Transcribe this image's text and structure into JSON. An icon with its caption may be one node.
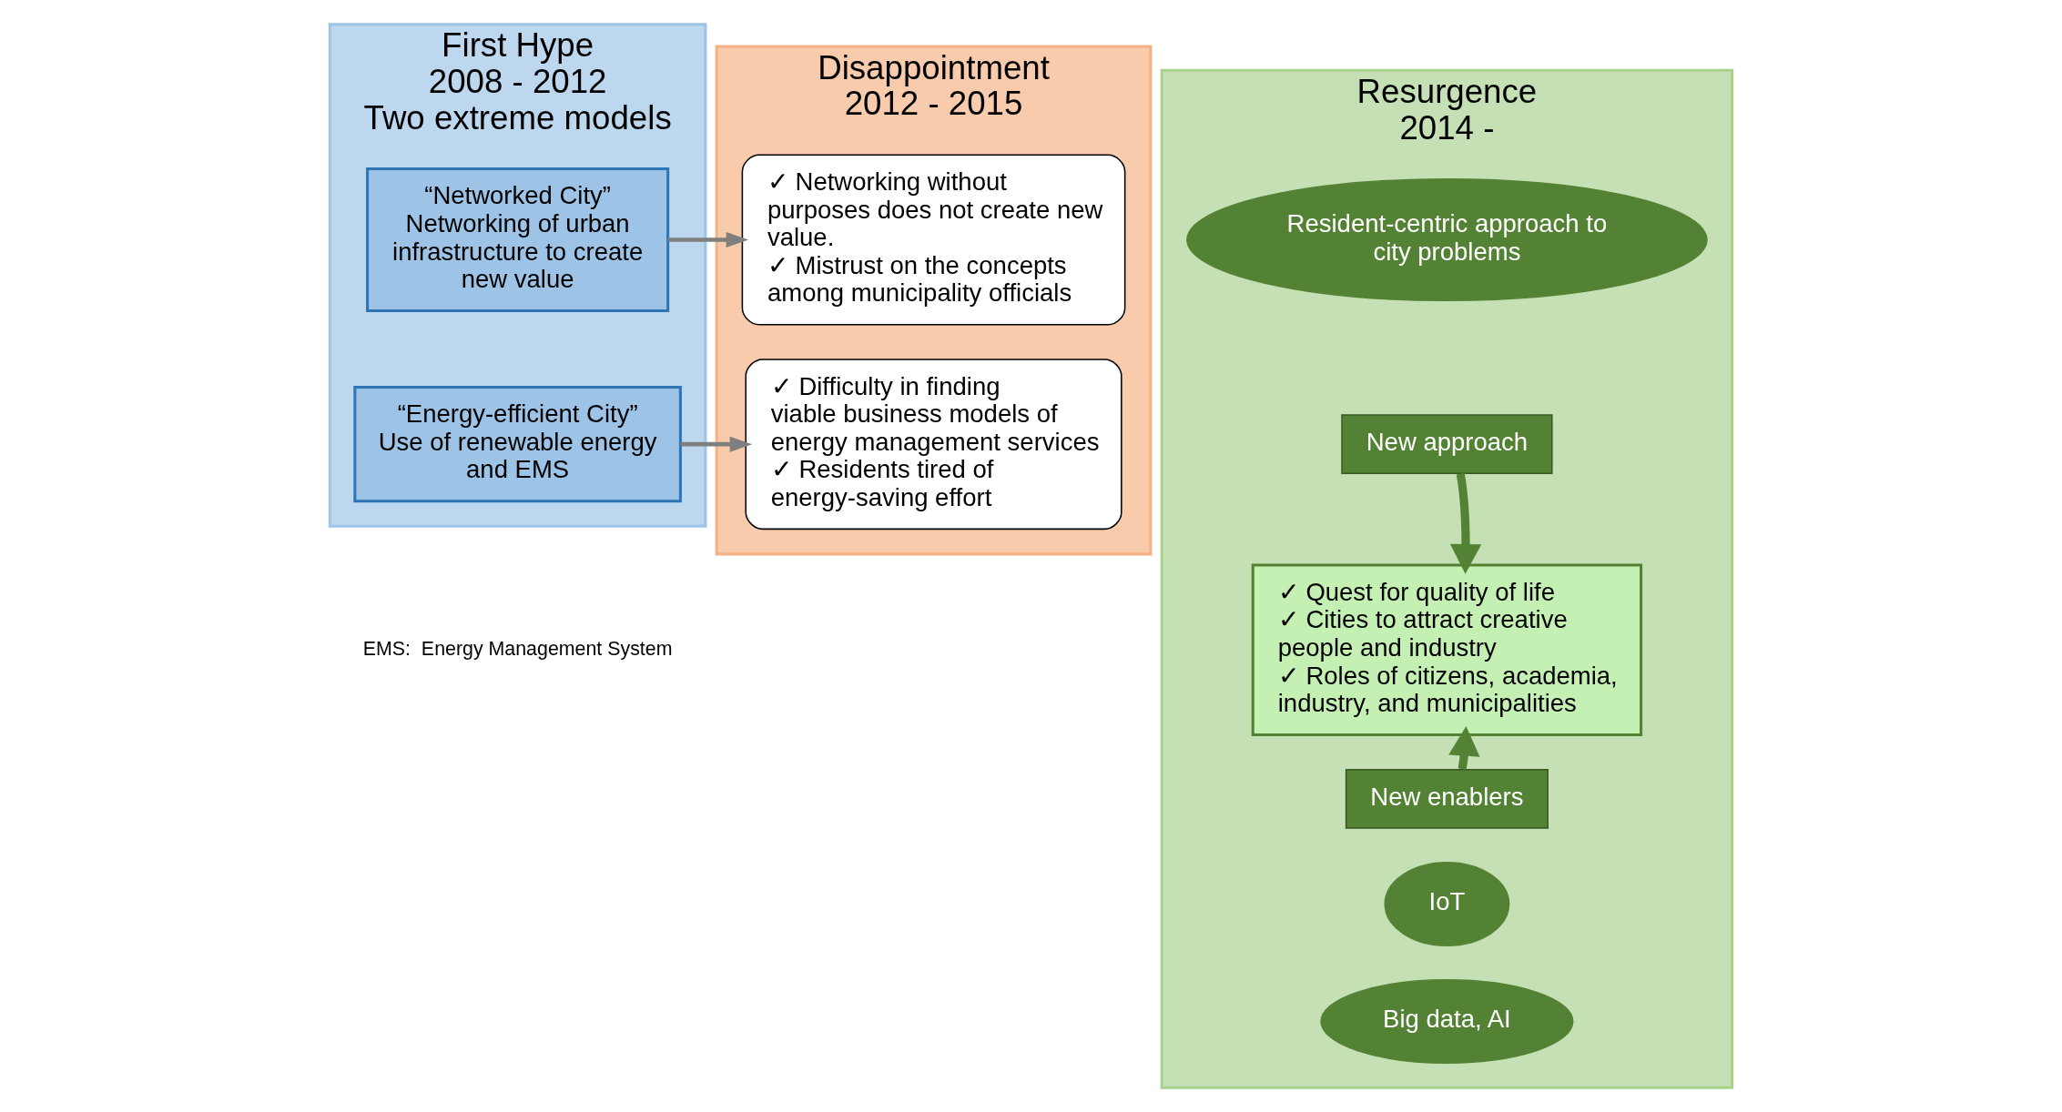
{
  "diagram": {
    "nodes": [
      {
        "text": [
          "First Hype",
          "2008 - 2012",
          "Two extreme models"
        ]
      },
      {
        "text": [
          "“Networked City”",
          "Networking of urban infrastructure to create new value"
        ],
        "in": 0
      },
      {
        "text": [
          "“Energy-efficient City”",
          "Use of renewable energy and EMS"
        ],
        "in": 0
      },
      {
        "text": [
          "Disappointment",
          "2012 - 2015"
        ]
      },
      {
        "text": [
          "✓ Networking without purposes does not create new value.",
          "✓ Mistrust on the concepts among municipality officials"
        ],
        "in": 3
      },
      {
        "text": [
          "✓ Difficulty in finding viable business models of energy management services",
          "✓ Residents tired of energy-saving effort"
        ],
        "in": 3
      },
      {
        "text": [
          "Resurgence",
          "2014 -"
        ]
      },
      {
        "text": [
          "Resident-centric approach to city problems"
        ],
        "in": 6
      },
      {
        "text": [
          "New approach"
        ],
        "in": 6
      },
      {
        "text": [
          "✓ Quest for quality of life",
          "✓ Cities to attract creative people and industry",
          "✓ Roles of citizens, academia, industry, and municipalities"
        ],
        "in": 6
      },
      {
        "text": [
          "New enablers"
        ],
        "in": 6
      },
      {
        "text": [
          "IoT"
        ],
        "in": 6
      },
      {
        "text": [
          "Big data, AI"
        ],
        "in": 6
      }
    ],
    "edges": [
      {
        "from": 1,
        "to": 4,
        "arrow": "to"
      },
      {
        "from": 2,
        "to": 5,
        "arrow": "to"
      },
      {
        "from": 8,
        "to": 9,
        "arrow": "to",
        "style": "thick",
        "color": "#548235"
      },
      {
        "from": 10,
        "to": 9,
        "arrow": "to",
        "style": "thick",
        "color": "#548235"
      }
    ],
    "labels": [
      "EMS:",
      "Energy Management System"
    ]
  }
}
